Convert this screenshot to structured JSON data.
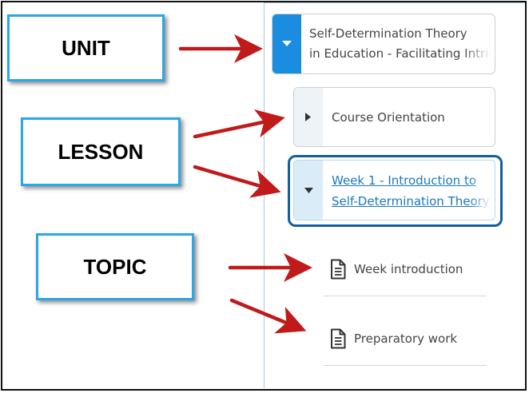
{
  "callouts": {
    "unit": "UNIT",
    "lesson": "LESSON",
    "topic": "TOPIC"
  },
  "colors": {
    "callout_border": "#2aa7e6",
    "arrow": "#c01a1a",
    "unit_toggle": "#1a8de0",
    "link": "#1a78c2",
    "focus_ring": "#145e9f"
  },
  "unit": {
    "title_line1": "Self-Determination Theory",
    "title_line2": "in Education - Facilitating Intrinsic",
    "toggle_icon": "caret-down-icon"
  },
  "lessons": [
    {
      "title": "Course Orientation",
      "toggle_icon": "caret-right-icon",
      "expanded": false
    },
    {
      "title_line1": "Week 1 - Introduction to",
      "title_line2": "Self-Determination Theory",
      "toggle_icon": "caret-down-icon",
      "expanded": true,
      "focused": true
    }
  ],
  "topics": [
    {
      "label": "Week introduction",
      "icon": "document-icon"
    },
    {
      "label": "Preparatory work",
      "icon": "document-icon"
    }
  ]
}
